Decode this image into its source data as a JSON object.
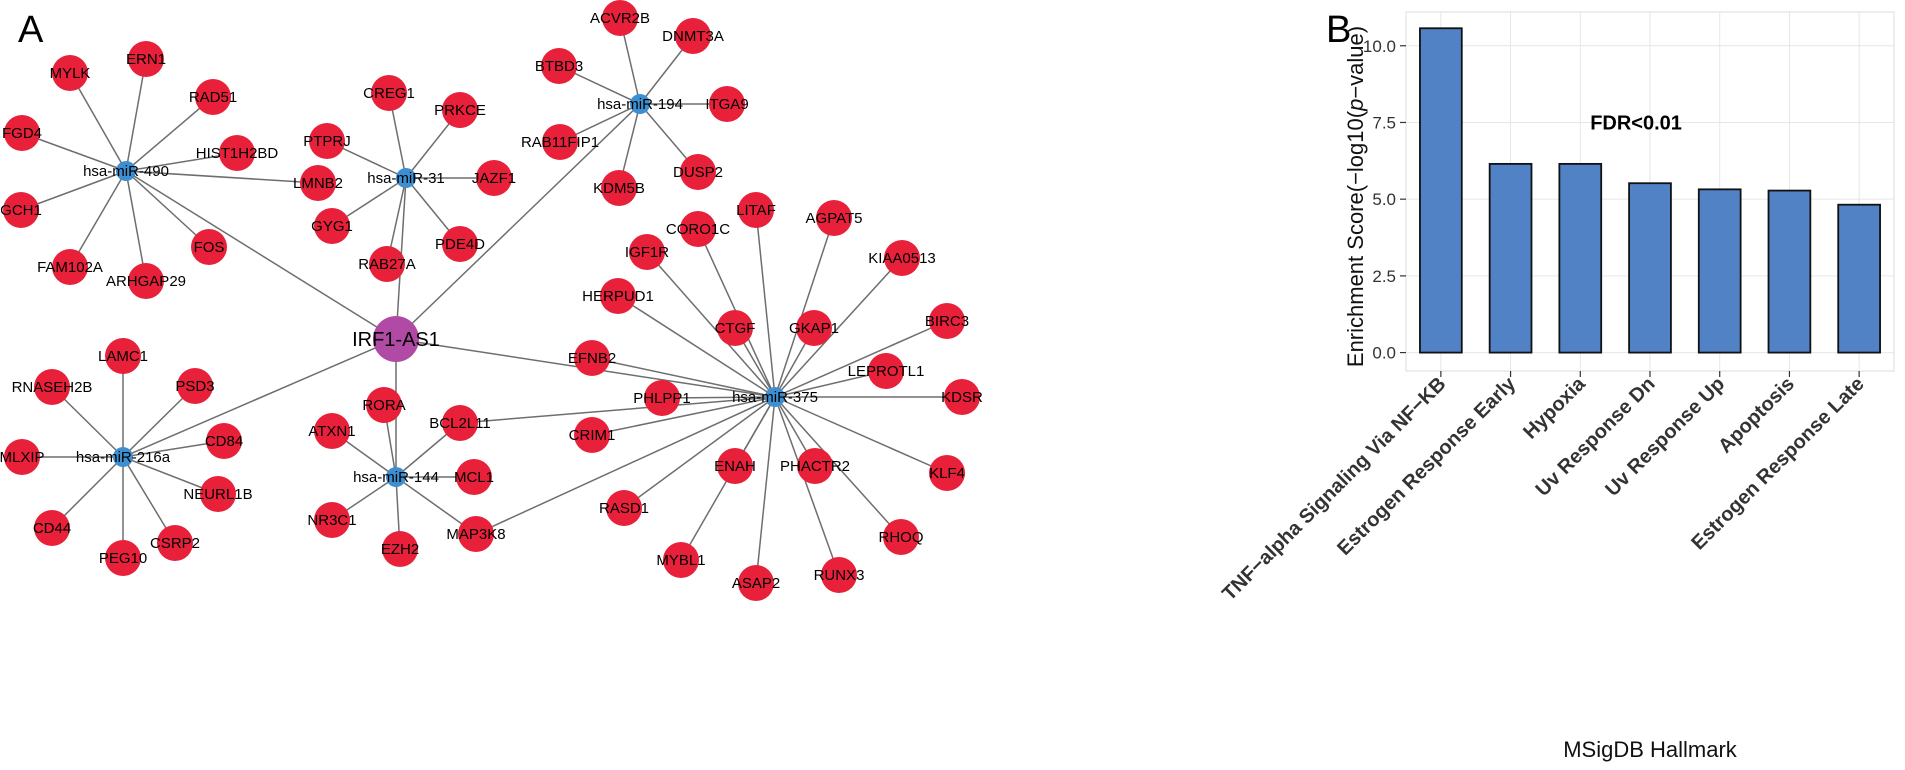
{
  "panels": {
    "a_label": "A",
    "b_label": "B"
  },
  "network": {
    "hub": "IRF1-AS1",
    "mirnas": [
      {
        "id": "m490",
        "label": "hsa-miR-490",
        "targets": [
          "MYLK",
          "ERN1",
          "RAD51",
          "FGD4",
          "HIST1H2BD",
          "GCH1",
          "FAM102A",
          "ARHGAP29",
          "FOS",
          "LMNB2"
        ]
      },
      {
        "id": "m31",
        "label": "hsa-miR-31",
        "targets": [
          "CREG1",
          "PRKCE",
          "PTPRJ",
          "JAZF1",
          "GYG1",
          "PDE4D",
          "RAB27A"
        ]
      },
      {
        "id": "m194",
        "label": "hsa-miR-194",
        "targets": [
          "ACVR2B",
          "DNMT3A",
          "BTBD3",
          "ITGA9",
          "RAB11FIP1",
          "DUSP2",
          "KDM5B"
        ]
      },
      {
        "id": "m375",
        "label": "hsa-miR-375",
        "targets": [
          "IGF1R",
          "CORO1C",
          "LITAF",
          "AGPAT5",
          "KIAA0513",
          "HERPUD1",
          "CTGF",
          "GKAP1",
          "BIRC3",
          "LEPROTL1",
          "EFNB2",
          "PHLPP1",
          "KDSR",
          "CRIM1",
          "ENAH",
          "PHACTR2",
          "KLF4",
          "RASD1",
          "MYBL1",
          "ASAP2",
          "RUNX3",
          "RHOQ"
        ]
      },
      {
        "id": "m216a",
        "label": "hsa-miR-216a",
        "targets": [
          "LAMC1",
          "RNASEH2B",
          "PSD3",
          "CD84",
          "MLXIP",
          "NEURL1B",
          "CD44",
          "PEG10",
          "CSRP2"
        ]
      },
      {
        "id": "m144",
        "label": "hsa-miR-144",
        "targets": [
          "RORA",
          "ATXN1",
          "BCL2L11",
          "MCL1",
          "NR3C1",
          "EZH2",
          "MAP3K8"
        ]
      }
    ],
    "extra_edges": [
      [
        "BCL2L11",
        "m375"
      ],
      [
        "MAP3K8",
        "m375"
      ]
    ],
    "colors": {
      "gene": "#e8203a",
      "mirna": "#3d8fd1",
      "hub": "#b04aa5",
      "edge": "#6e6e6e"
    }
  },
  "chart_data": {
    "type": "bar",
    "categories": [
      "TNF−alpha Signaling Via NF−KB",
      "Estrogen Response Early",
      "Hypoxia",
      "Uv Response Dn",
      "Uv Response Up",
      "Apoptosis",
      "Estrogen Response Late"
    ],
    "values": [
      10.57,
      6.15,
      6.15,
      5.52,
      5.32,
      5.28,
      4.82
    ],
    "xlabel": "MSigDB Hallmark",
    "ylabel_parts": [
      "Enrichment Score(−log10(",
      "p",
      "−value)"
    ],
    "annotation": "FDR<0.01",
    "ylim": [
      -0.6,
      11.1
    ],
    "yticks": [
      0.0,
      2.5,
      5.0,
      7.5,
      10.0
    ],
    "ytick_labels": [
      "0.0",
      "2.5",
      "5.0",
      "7.5",
      "10.0"
    ],
    "grid": true,
    "colors": {
      "bar": "#5182c6",
      "bar_edge": "#111111",
      "panel_bg": "#ffffff",
      "grid": "#e6e6e6",
      "panel_border": "#dcdcdc"
    }
  }
}
